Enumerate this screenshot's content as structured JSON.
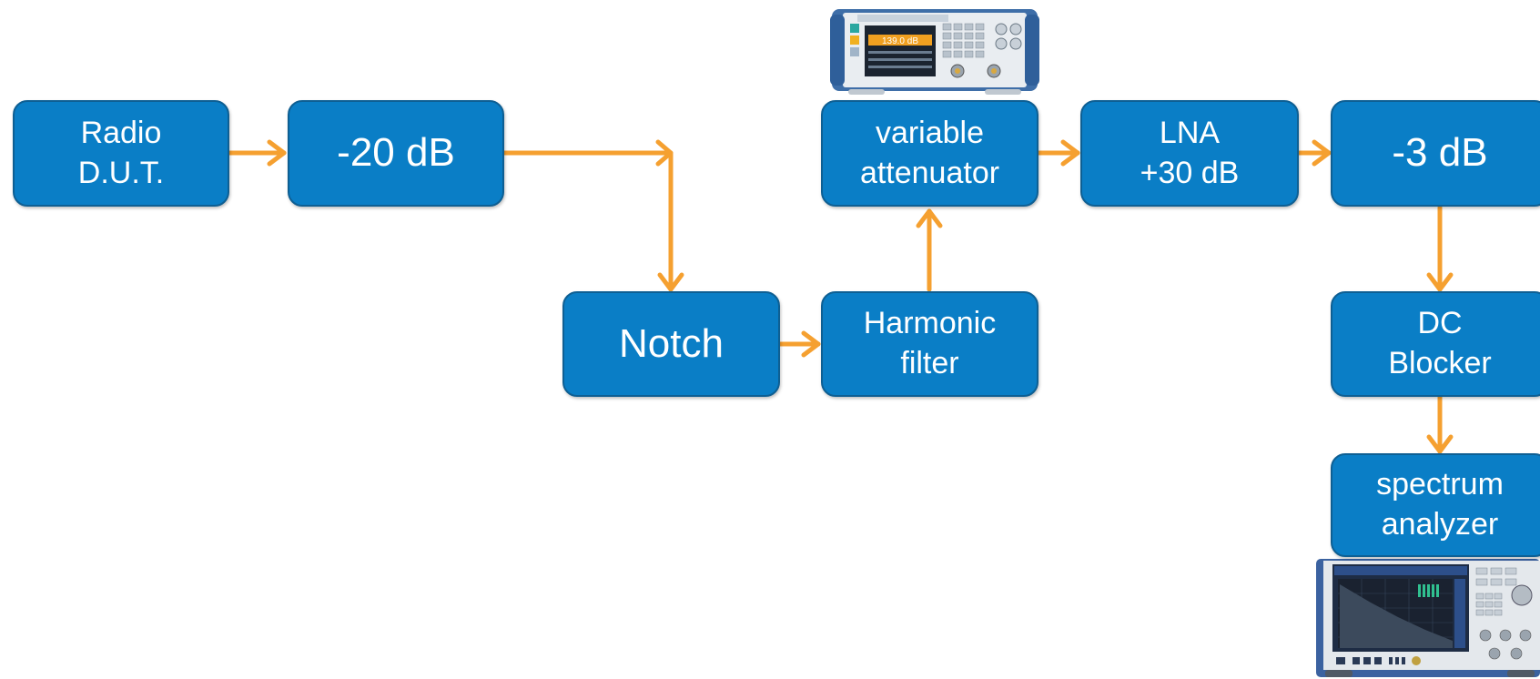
{
  "blocks": {
    "radio_dut": "Radio\nD.U.T.",
    "atten_20": "-20 dB",
    "notch": "Notch",
    "harmonic_filter": "Harmonic\nfilter",
    "variable_attenuator": "variable\nattenuator",
    "lna": "LNA\n+30 dB",
    "atten_3": "-3 dB",
    "dc_blocker": "DC\nBlocker",
    "spectrum_analyzer": "spectrum\nanalyzer"
  },
  "attenuator_device": {
    "display_value": "139.0 dB"
  },
  "colors": {
    "block_fill": "#0a7ec6",
    "block_border": "#0e5f93",
    "arrow": "#f5a030",
    "text": "#ffffff"
  }
}
